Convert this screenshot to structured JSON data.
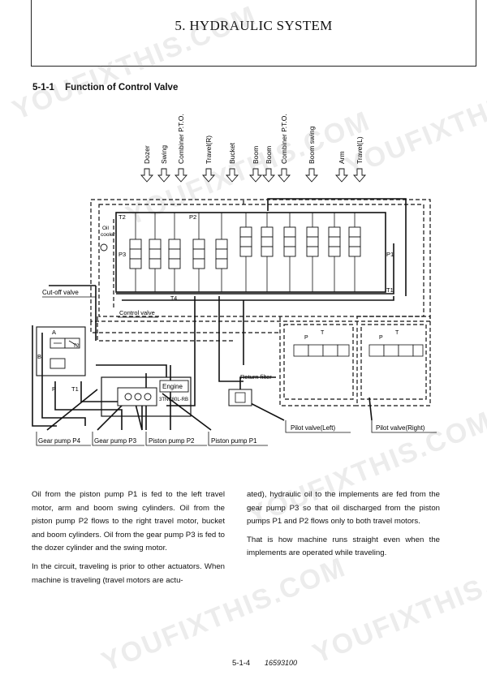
{
  "page": {
    "chapter_title": "5. HYDRAULIC SYSTEM",
    "section_number": "5-1-1",
    "section_title": "Function of Control Valve",
    "watermark": "YOUFIXTHIS.COM"
  },
  "diagram": {
    "actuators": [
      "Dozer",
      "Swing",
      "Combiner P.T.O.",
      "Travel(R)",
      "Bucket",
      "Boom",
      "Boom",
      "Combiner P.T.O.",
      "Boom swing",
      "Arm",
      "Travel(L)"
    ],
    "labels": {
      "t2": "T2",
      "p2": "P2",
      "p3": "P3",
      "p1": "P1",
      "t1": "T1",
      "t4": "T4",
      "oil_cooler_1": "Oil",
      "oil_cooler_2": "cooler",
      "cut_off_valve": "Cut-off valve",
      "control_valve": "Control valve",
      "a": "A",
      "b": "B",
      "p": "P",
      "t1_small": "T1",
      "t2_small": "T2",
      "engine": "Engine",
      "engine_model": "3TNC80L-RB",
      "return_filter": "Return filter",
      "pilot_left": "Pilot valve(Left)",
      "pilot_right": "Pilot valve(Right)",
      "pilot_p_left": "P",
      "pilot_t_left": "T",
      "pilot_p_right": "P",
      "pilot_t_right": "T"
    },
    "pumps": [
      "Gear pump P4",
      "Gear pump P3",
      "Piston pump P2",
      "Piston pump P1"
    ]
  },
  "body": {
    "col1_p1": "Oil from the piston pump P1 is fed to the left travel motor, arm and boom swing cylinders. Oil from the piston pump P2 flows to the right travel motor, bucket and boom cylinders. Oil from the gear pump P3 is fed to the dozer cylinder and the swing motor.",
    "col1_p2": "In the circuit, traveling is prior to other actuators. When machine is traveling (travel motors are actu-",
    "col2_p1": "ated), hydraulic oil to the implements are fed from the gear pump P3 so that oil discharged from the piston pumps P1 and P2 flows only to both travel motors.",
    "col2_p2": "That is how machine runs straight even when the implements are operated while traveling."
  },
  "footer": {
    "page_number": "5-1-4",
    "doc_code": "16593100"
  }
}
